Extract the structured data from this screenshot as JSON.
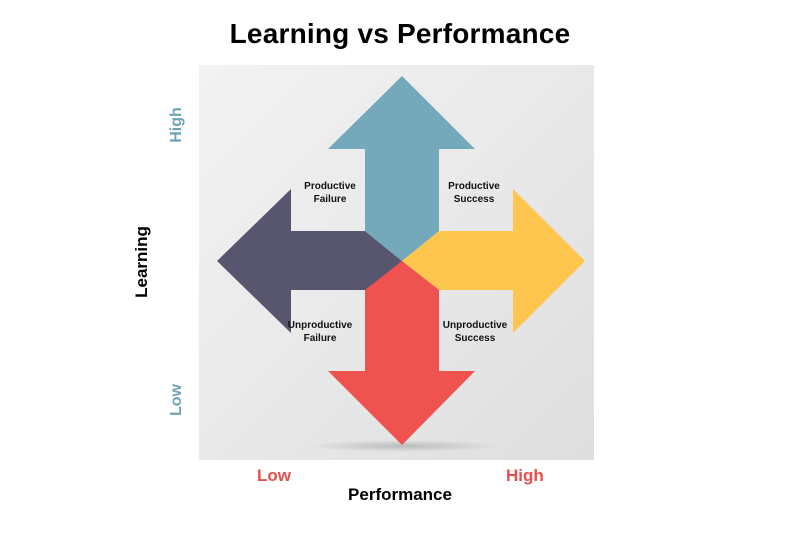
{
  "title": "Learning vs Performance",
  "axes": {
    "y_title": "Learning",
    "y_high": "High",
    "y_low": "Low",
    "x_title": "Performance",
    "x_low": "Low",
    "x_high": "High"
  },
  "quadrants": {
    "top_left": [
      "Productive",
      "Failure"
    ],
    "top_right": [
      "Productive",
      "Success"
    ],
    "bottom_left": [
      "Unproductive",
      "Failure"
    ],
    "bottom_right": [
      "Unproductive",
      "Success"
    ]
  },
  "colors": {
    "up_arrow": "#74a9bb",
    "left_arrow": "#58566f",
    "right_arrow": "#fec64f",
    "down_arrow": "#ef5350",
    "axis_value_y": "#6ea2b5",
    "axis_value_x": "#e84e4e"
  }
}
